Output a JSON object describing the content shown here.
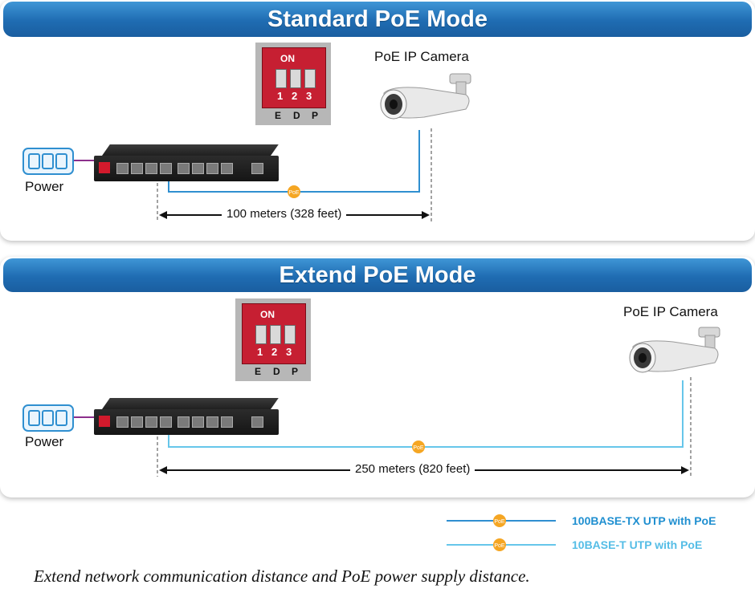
{
  "standard": {
    "title": "Standard PoE Mode",
    "camera_label": "PoE IP Camera",
    "power_label": "Power",
    "distance_label": "100 meters (328 feet)",
    "dip": {
      "on": "ON",
      "numbers": [
        "1",
        "2",
        "3"
      ],
      "letters": [
        "E",
        "D",
        "P"
      ]
    },
    "poe_tag": "PoE"
  },
  "extend": {
    "title": "Extend PoE Mode",
    "camera_label": "PoE IP Camera",
    "power_label": "Power",
    "distance_label": "250 meters (820 feet)",
    "dip": {
      "on": "ON",
      "numbers": [
        "1",
        "2",
        "3"
      ],
      "letters": [
        "E",
        "D",
        "P"
      ]
    },
    "poe_tag": "PoE"
  },
  "legend": {
    "items": [
      {
        "tag": "PoE",
        "label": "100BASE-TX UTP with PoE",
        "color": "#2f8fd0"
      },
      {
        "tag": "PoE",
        "label": "10BASE-T UTP with PoE",
        "color": "#66c6ea"
      }
    ]
  },
  "caption": "Extend network communication distance and PoE power supply distance.",
  "colors": {
    "banner": "#1f6cb2",
    "cable_standard": "#2f8fd0",
    "cable_extend": "#66c6ea",
    "poe_badge": "#f5a623",
    "power_cable": "#8c2f8c"
  }
}
